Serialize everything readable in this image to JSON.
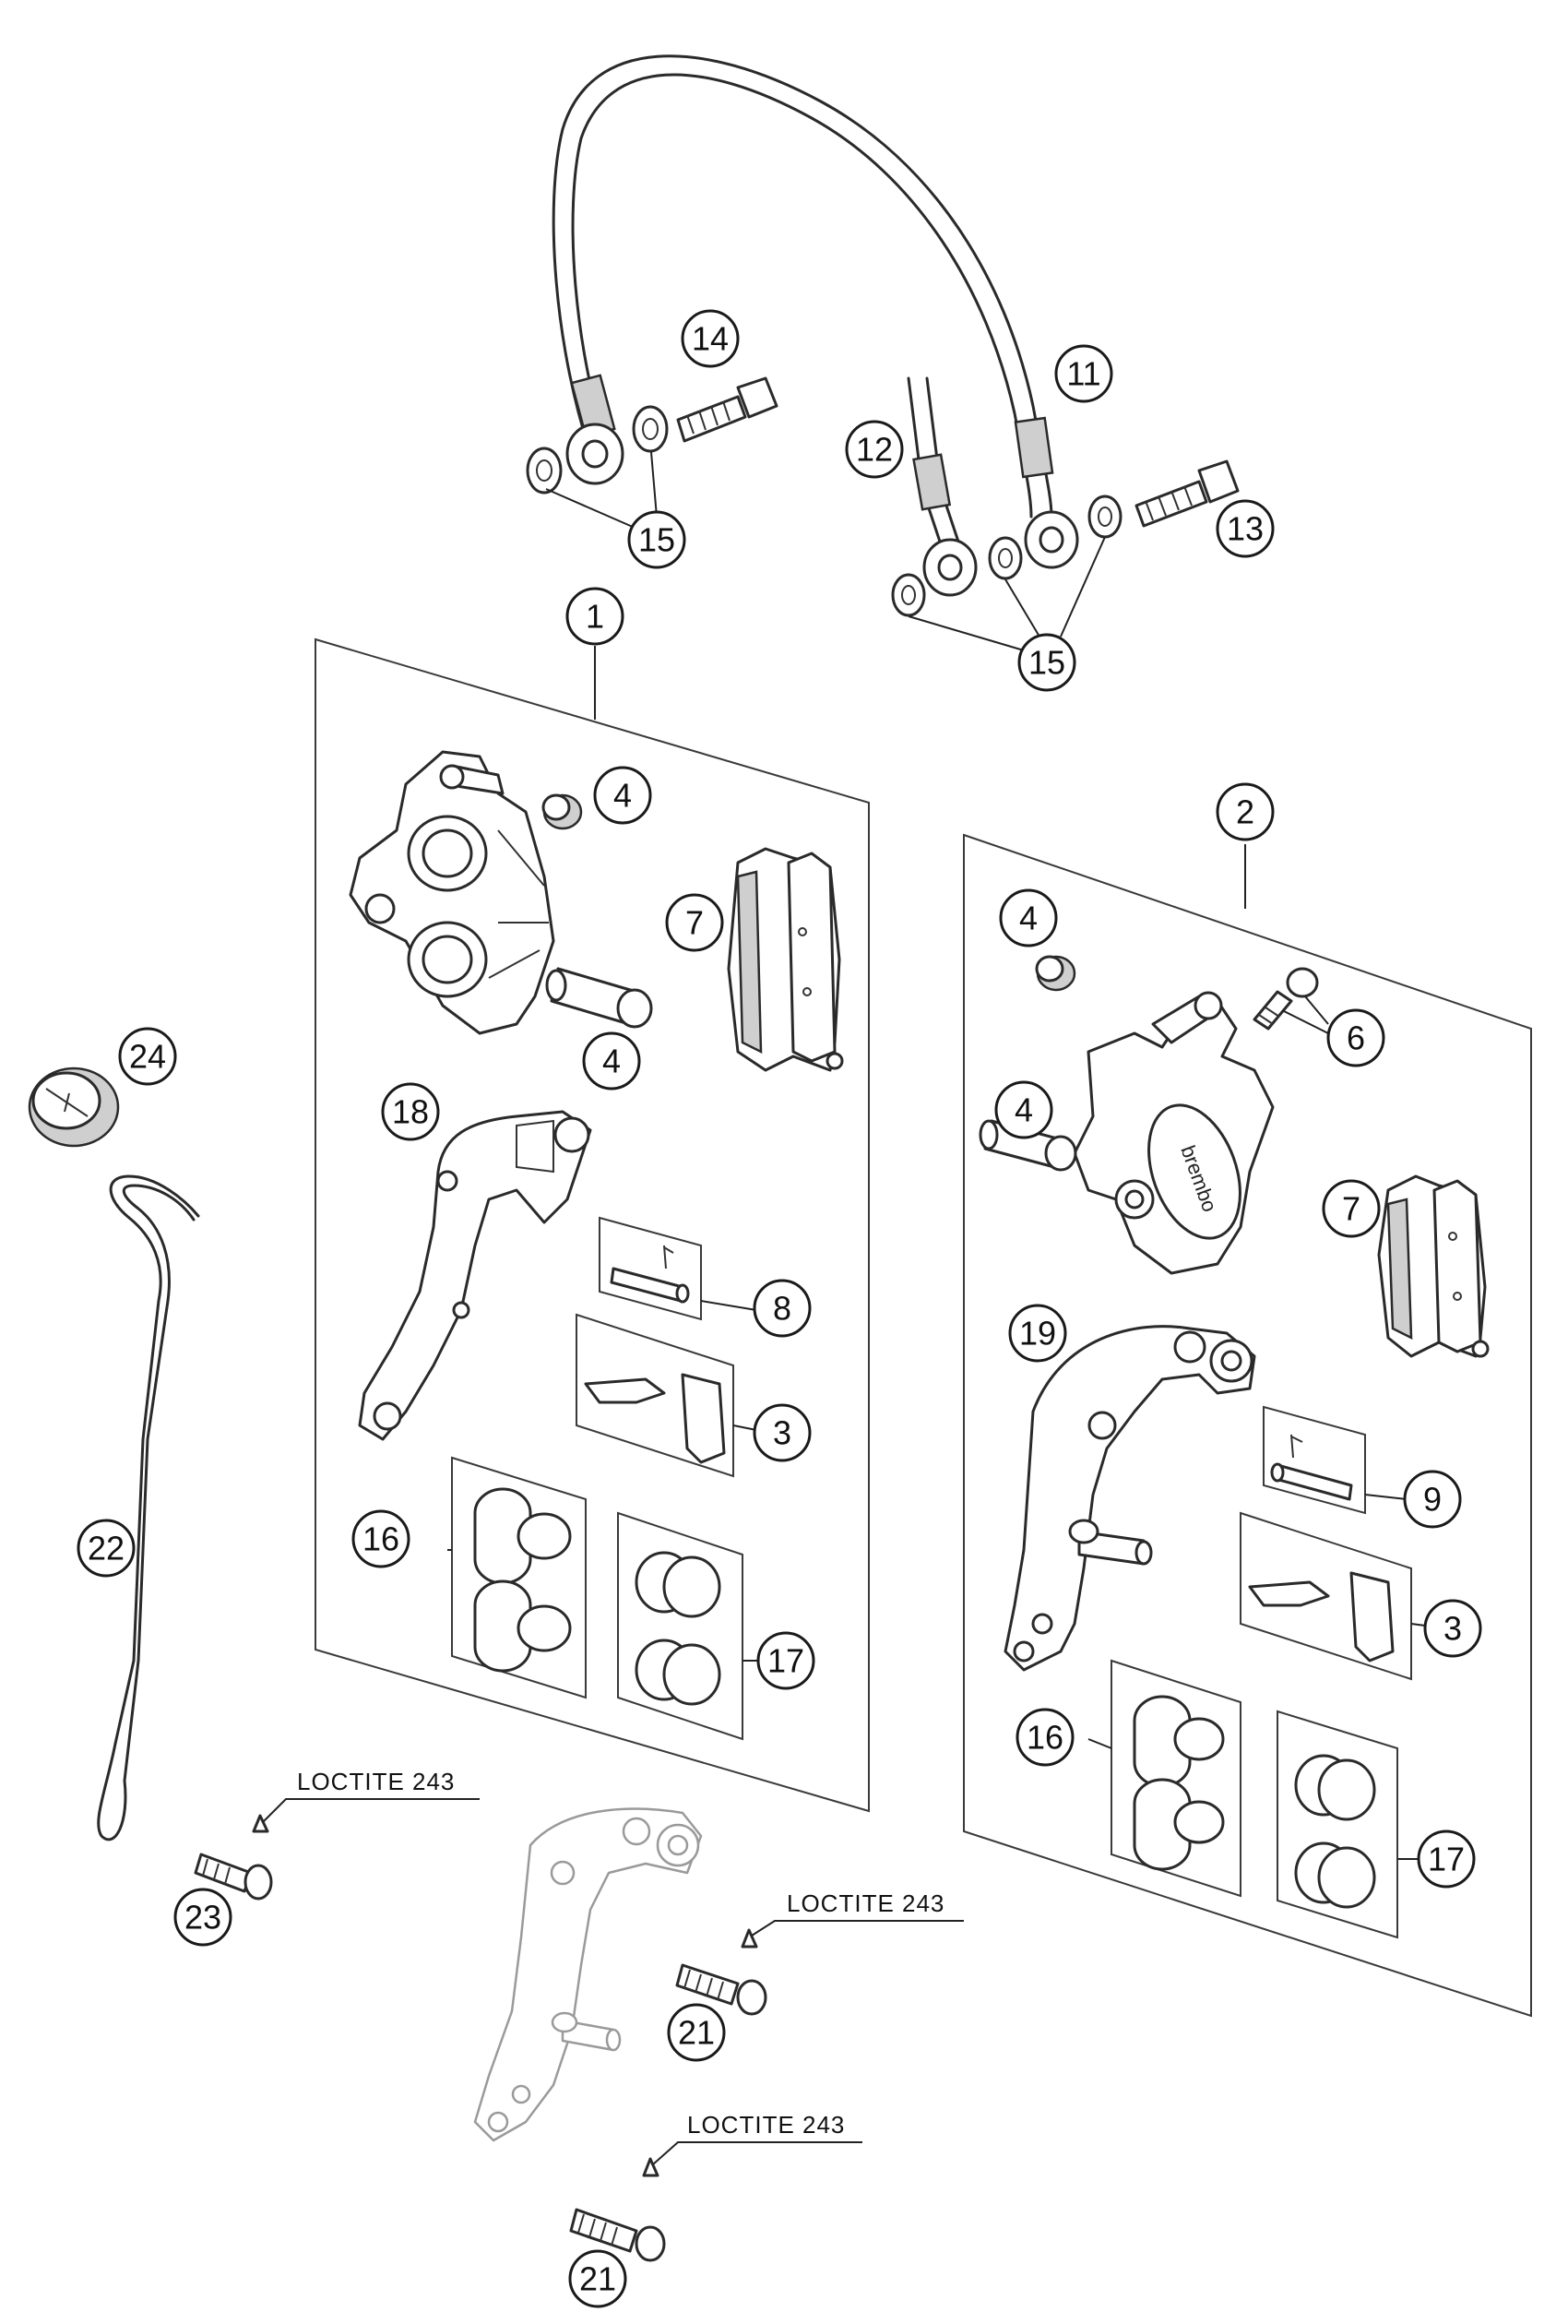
{
  "callouts": [
    {
      "id": "c14",
      "label": "14"
    },
    {
      "id": "c11",
      "label": "11"
    },
    {
      "id": "c12",
      "label": "12"
    },
    {
      "id": "c13",
      "label": "13"
    },
    {
      "id": "c15a",
      "label": "15"
    },
    {
      "id": "c15b",
      "label": "15"
    },
    {
      "id": "c1",
      "label": "1"
    },
    {
      "id": "c2",
      "label": "2"
    },
    {
      "id": "c4a",
      "label": "4"
    },
    {
      "id": "c4b",
      "label": "4"
    },
    {
      "id": "c4c",
      "label": "4"
    },
    {
      "id": "c4d",
      "label": "4"
    },
    {
      "id": "c6",
      "label": "6"
    },
    {
      "id": "c7a",
      "label": "7"
    },
    {
      "id": "c7b",
      "label": "7"
    },
    {
      "id": "c24",
      "label": "24"
    },
    {
      "id": "c18",
      "label": "18"
    },
    {
      "id": "c19",
      "label": "19"
    },
    {
      "id": "c8",
      "label": "8"
    },
    {
      "id": "c9",
      "label": "9"
    },
    {
      "id": "c3a",
      "label": "3"
    },
    {
      "id": "c3b",
      "label": "3"
    },
    {
      "id": "c22",
      "label": "22"
    },
    {
      "id": "c16a",
      "label": "16"
    },
    {
      "id": "c16b",
      "label": "16"
    },
    {
      "id": "c17a",
      "label": "17"
    },
    {
      "id": "c17b",
      "label": "17"
    },
    {
      "id": "c23",
      "label": "23"
    },
    {
      "id": "c21a",
      "label": "21"
    },
    {
      "id": "c21b",
      "label": "21"
    }
  ],
  "notes": {
    "loctite_1": "LOCTITE 243",
    "loctite_2": "LOCTITE 243",
    "loctite_3": "LOCTITE 243"
  },
  "caliper_brand": "brembo"
}
